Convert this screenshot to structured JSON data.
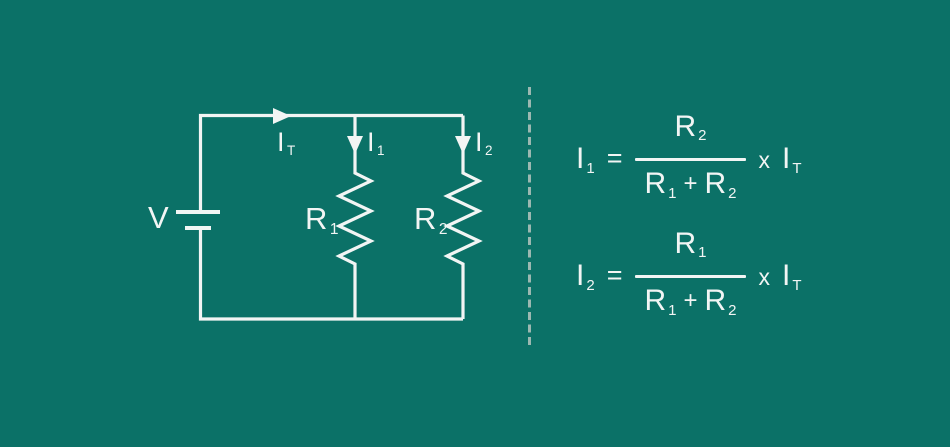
{
  "colors": {
    "background": "#0B7167",
    "foreground": "#F2F5F4",
    "divider": "#9CB8B1"
  },
  "circuit": {
    "voltage_label": "V",
    "total_current": {
      "base": "I",
      "sub": "T"
    },
    "branch1_current": {
      "base": "I",
      "sub": "1"
    },
    "branch2_current": {
      "base": "I",
      "sub": "2"
    },
    "resistor1": {
      "base": "R",
      "sub": "1"
    },
    "resistor2": {
      "base": "R",
      "sub": "2"
    }
  },
  "formulas": [
    {
      "lhs": {
        "base": "I",
        "sub": "1"
      },
      "equals": "=",
      "numerator": {
        "base": "R",
        "sub": "2"
      },
      "denominator": {
        "r1": {
          "base": "R",
          "sub": "1"
        },
        "plus": "+",
        "r2": {
          "base": "R",
          "sub": "2"
        }
      },
      "times": "x",
      "rhs": {
        "base": "I",
        "sub": "T"
      }
    },
    {
      "lhs": {
        "base": "I",
        "sub": "2"
      },
      "equals": "=",
      "numerator": {
        "base": "R",
        "sub": "1"
      },
      "denominator": {
        "r1": {
          "base": "R",
          "sub": "1"
        },
        "plus": "+",
        "r2": {
          "base": "R",
          "sub": "2"
        }
      },
      "times": "x",
      "rhs": {
        "base": "I",
        "sub": "T"
      }
    }
  ]
}
